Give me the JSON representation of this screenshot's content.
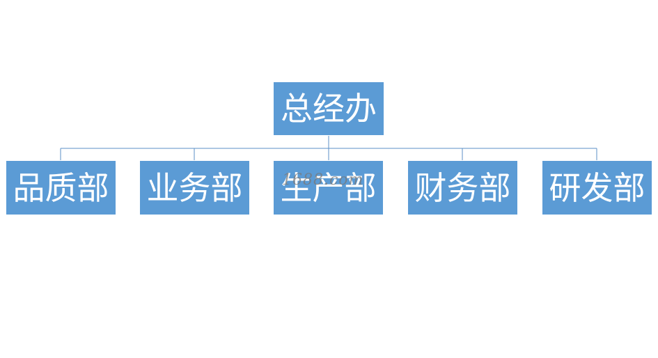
{
  "org_chart": {
    "root": {
      "label": "总经办"
    },
    "children": [
      {
        "label": "品质部"
      },
      {
        "label": "业务部"
      },
      {
        "label": "生产部"
      },
      {
        "label": "财务部"
      },
      {
        "label": "研发部"
      }
    ]
  },
  "watermark": {
    "text": "1688.com"
  },
  "colors": {
    "node_fill": "#5b9bd5",
    "connector": "#5b8fc7",
    "text": "#ffffff"
  }
}
